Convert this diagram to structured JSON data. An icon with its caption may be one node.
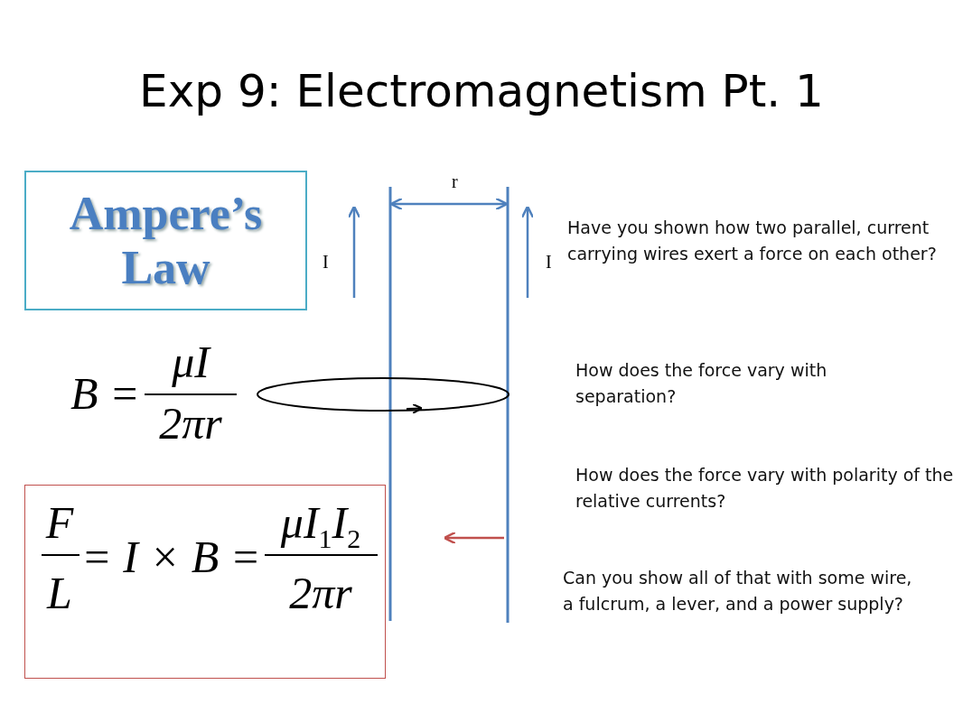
{
  "diagram": {
    "title": "Exp 9: Electromagnetism Pt. 1",
    "nodes": [
      {
        "text": [
          "Ampere’s Law"
        ]
      },
      {
        "text": [
          "F",
          "L",
          "= I × B =",
          "μI$_{1}$I$_{2}$",
          "2πr"
        ]
      }
    ],
    "labels": [
      "r",
      "I",
      "I",
      "Have you shown how two parallel, current carrying wires exert a force on each other?",
      "B =",
      "μI",
      "2πr",
      "How does the force vary with separation?",
      "How does the force vary with polarity of the relative currents?",
      "Can you show all of that with some wire, a fulcrum, a lever, and a power supply?"
    ]
  }
}
